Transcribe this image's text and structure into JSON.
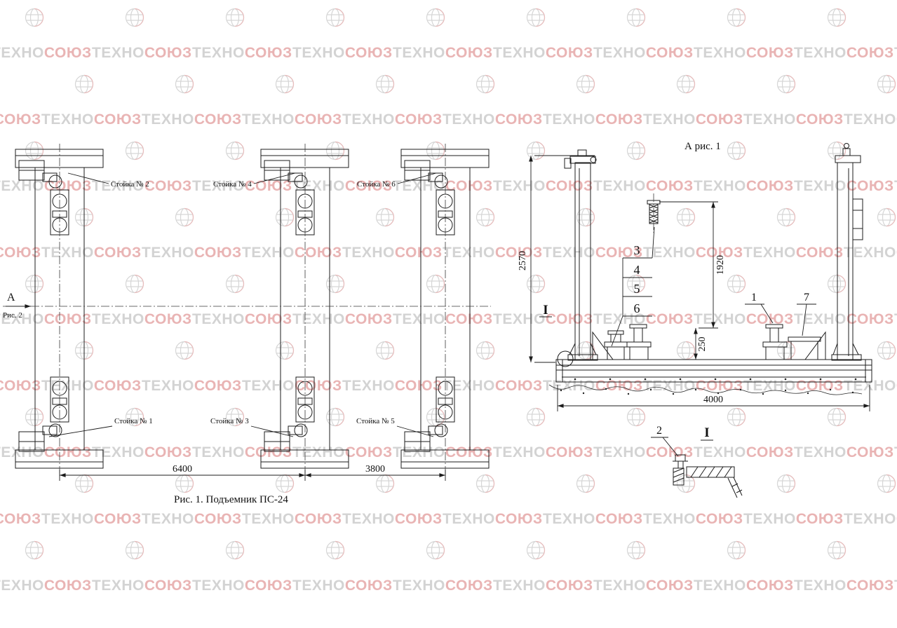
{
  "watermark": {
    "gray": "ТЕХНО",
    "red": "СОЮЗ"
  },
  "fig1": {
    "caption": "Рис. 1. Подъемник ПС-24",
    "view_label": "А",
    "view_ref": "Рис. 2",
    "stand_labels": [
      "Стойка № 1",
      "Стойка № 2",
      "Стойка № 3",
      "Стойка № 4",
      "Стойка № 5",
      "Стойка № 6"
    ],
    "dim_left": "6400",
    "dim_right": "3800"
  },
  "fig2": {
    "title": "А  рис. 1",
    "dim_total_height": "2570",
    "dim_screw_height": "1920",
    "dim_base_offset": "250",
    "dim_width": "4000",
    "callouts": [
      "1",
      "2",
      "3",
      "4",
      "5",
      "6",
      "7"
    ],
    "section_mark": "I"
  }
}
